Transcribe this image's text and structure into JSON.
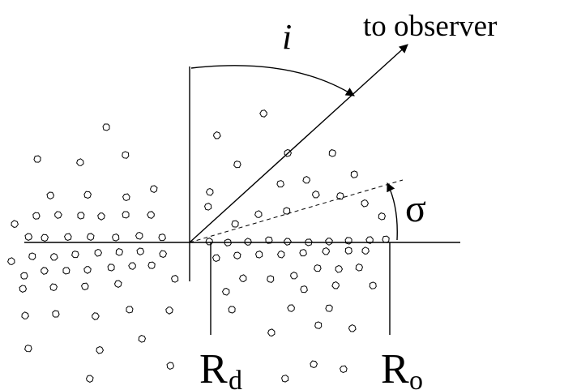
{
  "diagram": {
    "labels": {
      "inclination": "i",
      "observer": "to observer",
      "sigma": "σ",
      "r_d": {
        "main": "R",
        "sub": "d"
      },
      "r_o": {
        "main": "R",
        "sub": "o"
      }
    },
    "colors": {
      "ink": "#000000",
      "background": "#ffffff"
    }
  }
}
